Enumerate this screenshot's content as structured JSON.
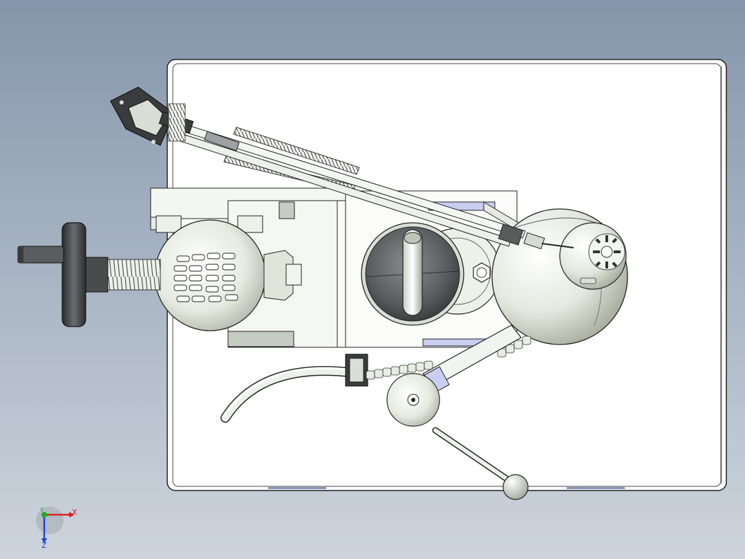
{
  "viewport": {
    "background_top": "#8596ab",
    "background_bottom": "#cdd4dc",
    "plate_color": "#ffffff",
    "line_color": "#1e1e1e",
    "body_color": "#e3e8dc",
    "dark_part_color": "#3c3d3f",
    "accent_color": "#c9cdf0"
  },
  "triad": {
    "x_label": "X",
    "y_label": "Y",
    "z_label": "Z",
    "x_color": "#e02020",
    "y_color": "#22aa22",
    "z_color": "#2244dd"
  },
  "icons": [
    "axis-triad-icon"
  ]
}
